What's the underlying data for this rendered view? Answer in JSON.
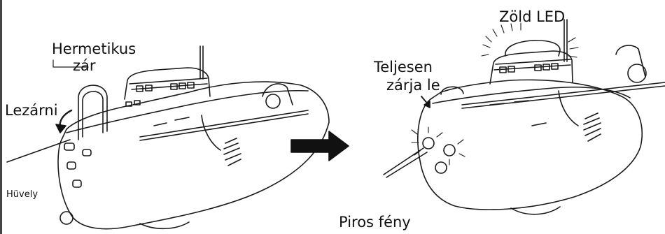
{
  "labels": {
    "hermetic_line1": "Hermetikus",
    "hermetic_line2": "zár",
    "lock": "Lezárni",
    "sleeve": "Hüvely",
    "fully_closes_line1": "Teljesen",
    "fully_closes_line2": "zárja le",
    "green_led": "Zöld LED",
    "red_light": "Piros fény"
  },
  "colors": {
    "stroke": "#1a1a1a",
    "arrow": "#111111",
    "background": "#ffffff"
  }
}
